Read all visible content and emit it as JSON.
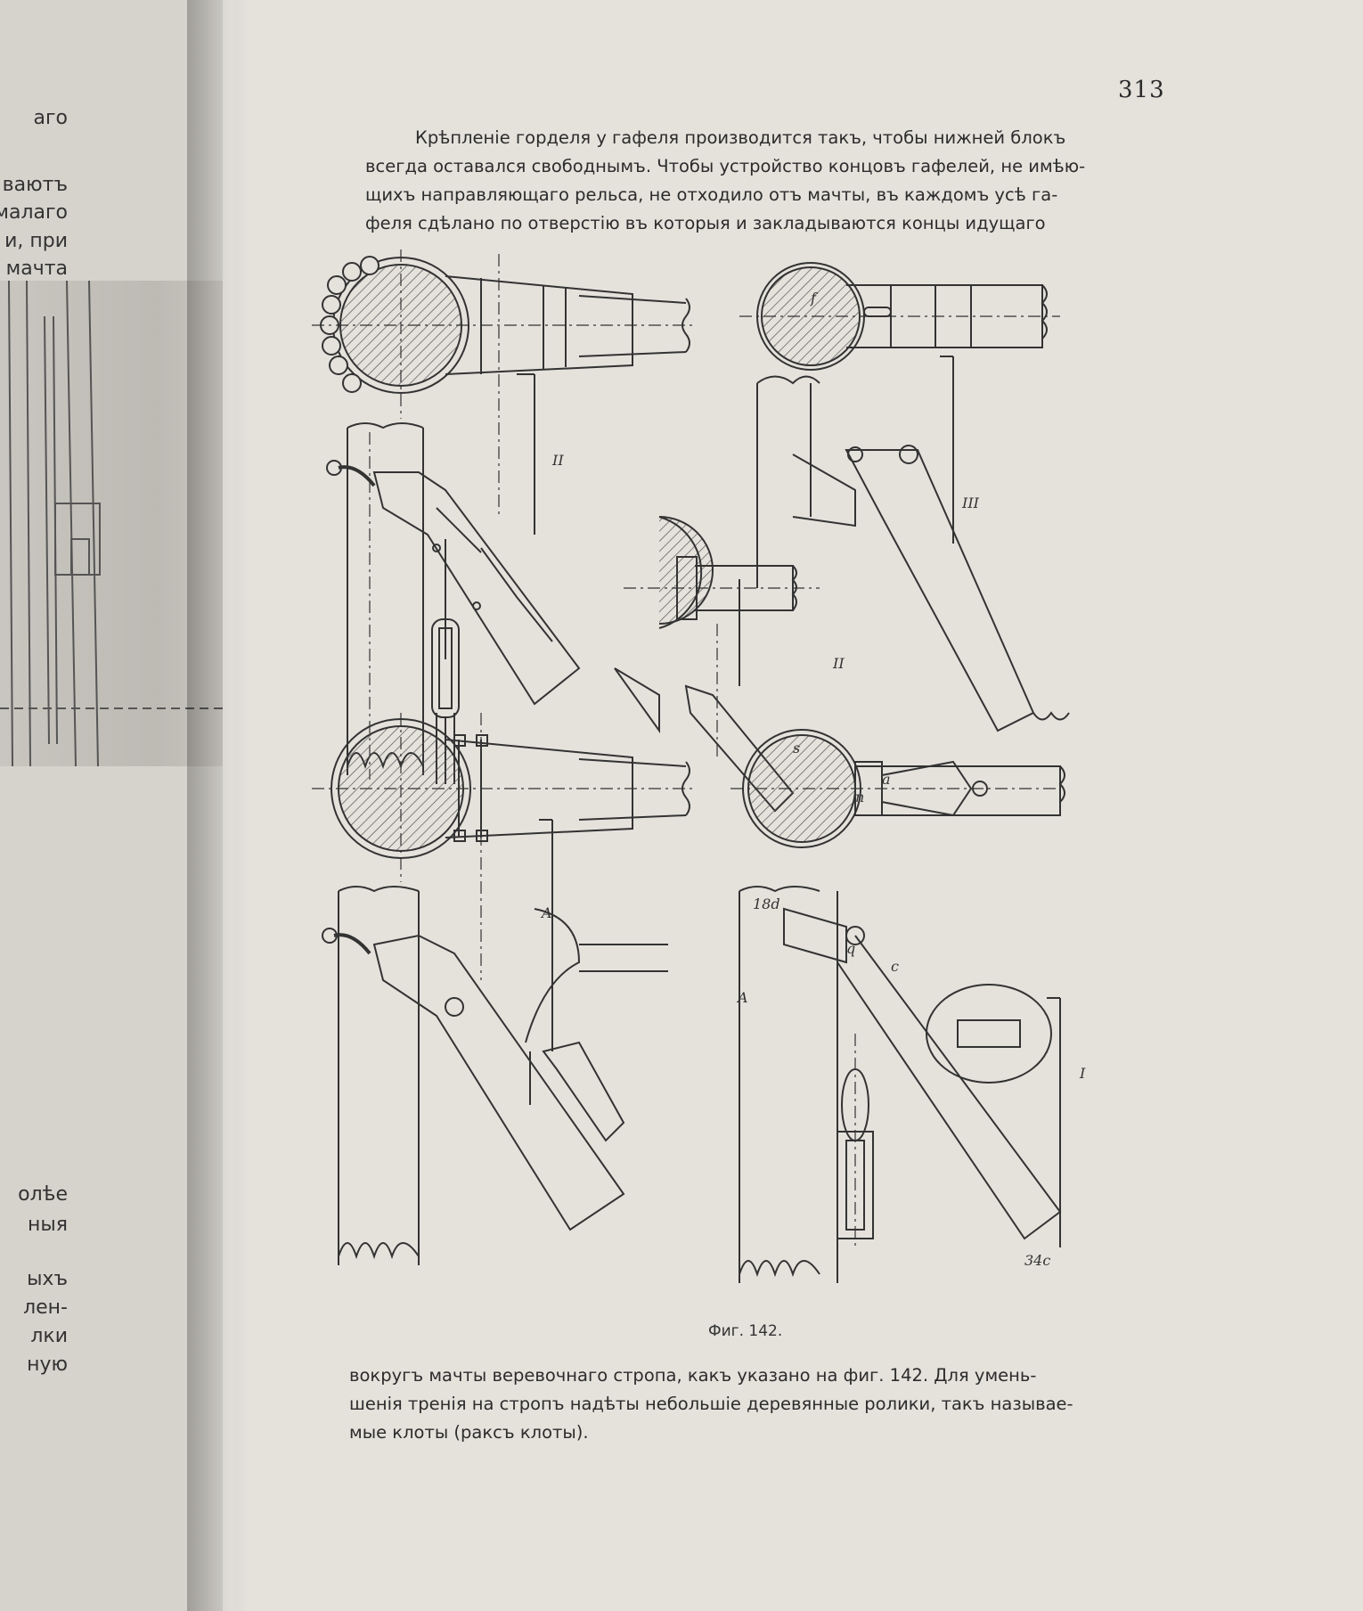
{
  "left_page": {
    "lines": [
      "аго",
      "ваютъ",
      "малаго",
      "и, при",
      "мачта",
      "олѣе",
      "ныя",
      "ыхъ",
      "лен-",
      "лки",
      "ную"
    ]
  },
  "page_number": "313",
  "paragraph_top": [
    "Крѣпленіе горделя у гафеля производится такъ, чтобы нижней блокъ",
    "всегда оставался свободнымъ. Чтобы устройство концовъ гафелей, не имѣю-",
    "щихъ направляющаго рельса, не отходило отъ мачты, въ каждомъ усѣ га-",
    "феля сдѣлано по отверстію въ которыя и закладываются концы идущаго"
  ],
  "figure": {
    "caption": "Фиг. 142.",
    "labels": {
      "II_top": "II",
      "III": "III",
      "II_mid": "II",
      "A": "A",
      "A2": "A",
      "I": "I",
      "f": "f",
      "s": "s",
      "a": "a",
      "n": "n",
      "c": "c",
      "q": "q",
      "d18": "18d",
      "d34": "34c"
    }
  },
  "paragraph_bottom": [
    "вокругъ мачты веревочнаго стропа, какъ указано на фиг. 142. Для умень-",
    "шенія тренія на стропъ надѣты небольшіе деревянные ролики, такъ называе-",
    "мые клоты (раксъ клоты)."
  ]
}
